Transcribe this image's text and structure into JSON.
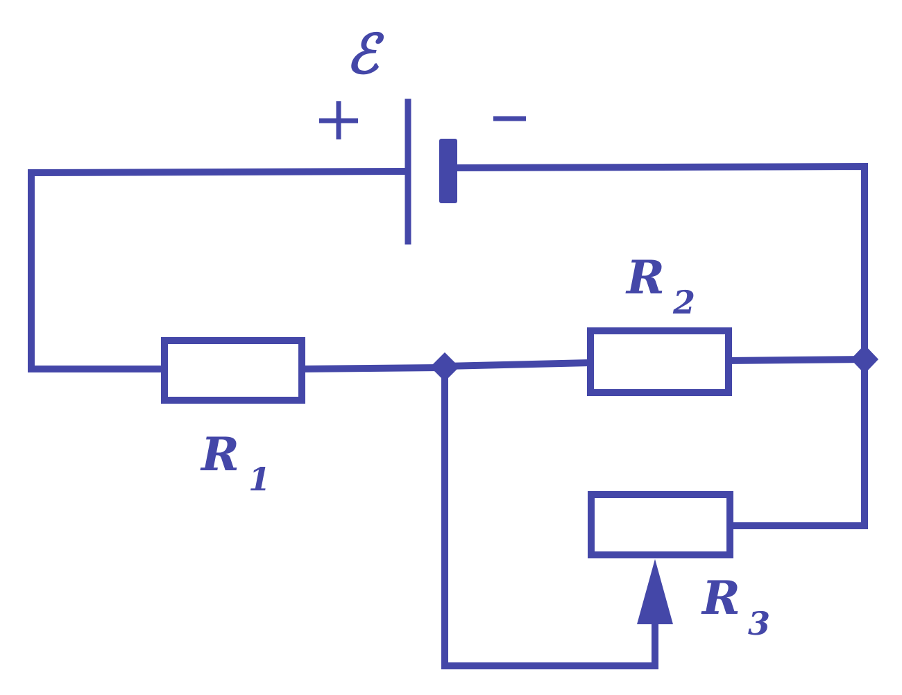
{
  "battery": {
    "emf_label": "ℰ",
    "plus_sign": "+",
    "minus_sign": "−"
  },
  "resistors": {
    "r1": {
      "symbol": "R",
      "subscript": "1"
    },
    "r2": {
      "symbol": "R",
      "subscript": "2"
    },
    "r3": {
      "symbol": "R",
      "subscript": "3"
    }
  },
  "colors": {
    "ink": "#4447a8",
    "background": "#ffffff"
  }
}
